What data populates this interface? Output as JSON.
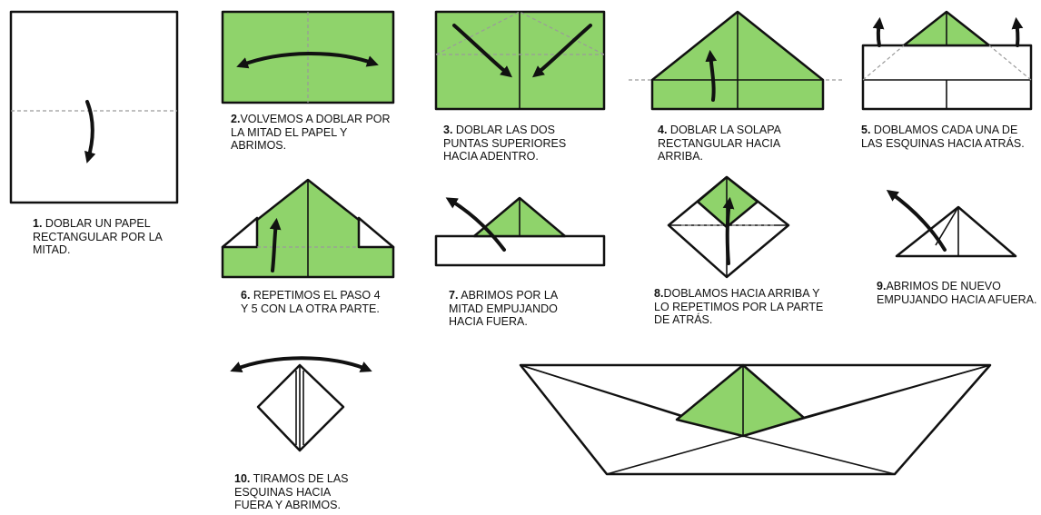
{
  "colors": {
    "paper_green": "#8fd36b",
    "outline": "#111111",
    "fold_line": "#9a9a9a"
  },
  "steps": [
    {
      "number": "1.",
      "text": "DOBLAR UN PAPEL RECTANGULAR POR LA MITAD."
    },
    {
      "number": "2.",
      "text": "VOLVEMOS A DOBLAR POR LA MITAD EL PAPEL Y ABRIMOS."
    },
    {
      "number": "3.",
      "text": "DOBLAR LAS DOS PUNTAS SUPERIORES HACIA ADENTRO."
    },
    {
      "number": "4.",
      "text": "DOBLAR LA SOLAPA RECTANGULAR HACIA ARRIBA."
    },
    {
      "number": "5.",
      "text": "DOBLAMOS CADA UNA DE LAS ESQUINAS HACIA ATRÁS."
    },
    {
      "number": "6.",
      "text": "REPETIMOS EL PASO 4 Y 5 CON LA OTRA PARTE."
    },
    {
      "number": "7.",
      "text": "ABRIMOS POR LA MITAD EMPUJANDO HACIA FUERA."
    },
    {
      "number": "8.",
      "text": "DOBLAMOS HACIA ARRIBA Y LO REPETIMOS POR LA PARTE DE ATRÁS."
    },
    {
      "number": "9.",
      "text": "ABRIMOS DE NUEVO EMPUJANDO HACIA AFUERA."
    },
    {
      "number": "10.",
      "text": "TIRAMOS DE LAS ESQUINAS HACIA FUERA Y ABRIMOS."
    }
  ]
}
